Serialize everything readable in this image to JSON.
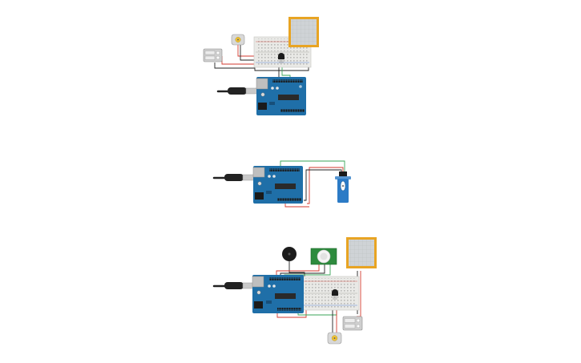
{
  "colors": {
    "board_blue": "#1f6fa8",
    "board_dark": "#174f7a",
    "usb_cable": "#222222",
    "usb_plug": "#c9c9c9",
    "breadboard": "#e9e9e6",
    "wire_red": "#d33a2f",
    "wire_black": "#222222",
    "wire_green": "#3aa65a",
    "lcd_frame": "#e8a423",
    "lcd_screen": "#cfd3d6",
    "servo_blue": "#2c7bc6",
    "pir_green": "#2e8b3e",
    "battery_gray": "#cfcfcf"
  },
  "circuits": [
    {
      "id": "circuit-1",
      "parts": [
        "usb-cable",
        "arduino-uno",
        "breadboard",
        "temperature-sensor",
        "lcd-display",
        "dc-motor",
        "battery-pack"
      ]
    },
    {
      "id": "circuit-2",
      "parts": [
        "usb-cable",
        "arduino-uno",
        "servo-motor"
      ]
    },
    {
      "id": "circuit-3",
      "parts": [
        "usb-cable",
        "arduino-uno",
        "breadboard",
        "piezo-buzzer",
        "pir-sensor",
        "lcd-display",
        "temperature-sensor",
        "battery-pack",
        "dc-motor"
      ]
    }
  ]
}
